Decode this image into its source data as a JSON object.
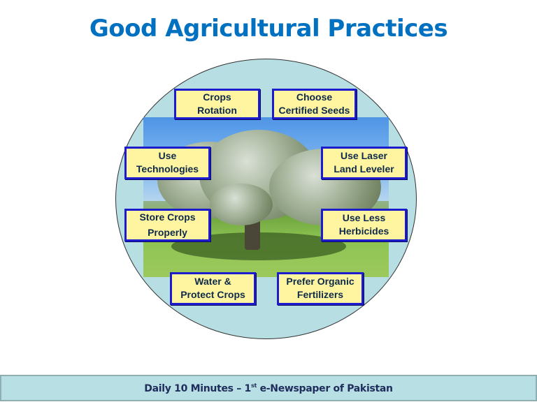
{
  "slide": {
    "title": "Good Agricultural Practices",
    "title_color": "#0070c0",
    "circle_color": "#b7dee3",
    "box_fill": "#fff5a0",
    "box_border": "#1c1ccc",
    "center_image": "olive-tree-in-green-field-photo"
  },
  "practices": [
    {
      "id": "crops-rotation",
      "label": "Crops\nRotation"
    },
    {
      "id": "choose-certified-seeds",
      "label": "Choose\nCertified Seeds"
    },
    {
      "id": "use-technologies",
      "label": "Use\nTechnologies"
    },
    {
      "id": "use-laser-land-leveler",
      "label": "Use Laser\nLand Leveler"
    },
    {
      "id": "store-crops-properly",
      "label": "Store Crops\nProperly"
    },
    {
      "id": "use-less-herbicides",
      "label": "Use Less\nHerbicides"
    },
    {
      "id": "water-protect-crops",
      "label": "Water &\nProtect Crops"
    },
    {
      "id": "prefer-organic-fertilizers",
      "label": "Prefer Organic\nFertilizers"
    }
  ],
  "footer": {
    "prefix": "Daily 10 Minutes – 1",
    "superscript": "st",
    "suffix": " e-Newspaper of Pakistan",
    "background": "#b8dfe3",
    "text_color": "#1f2d5c"
  }
}
